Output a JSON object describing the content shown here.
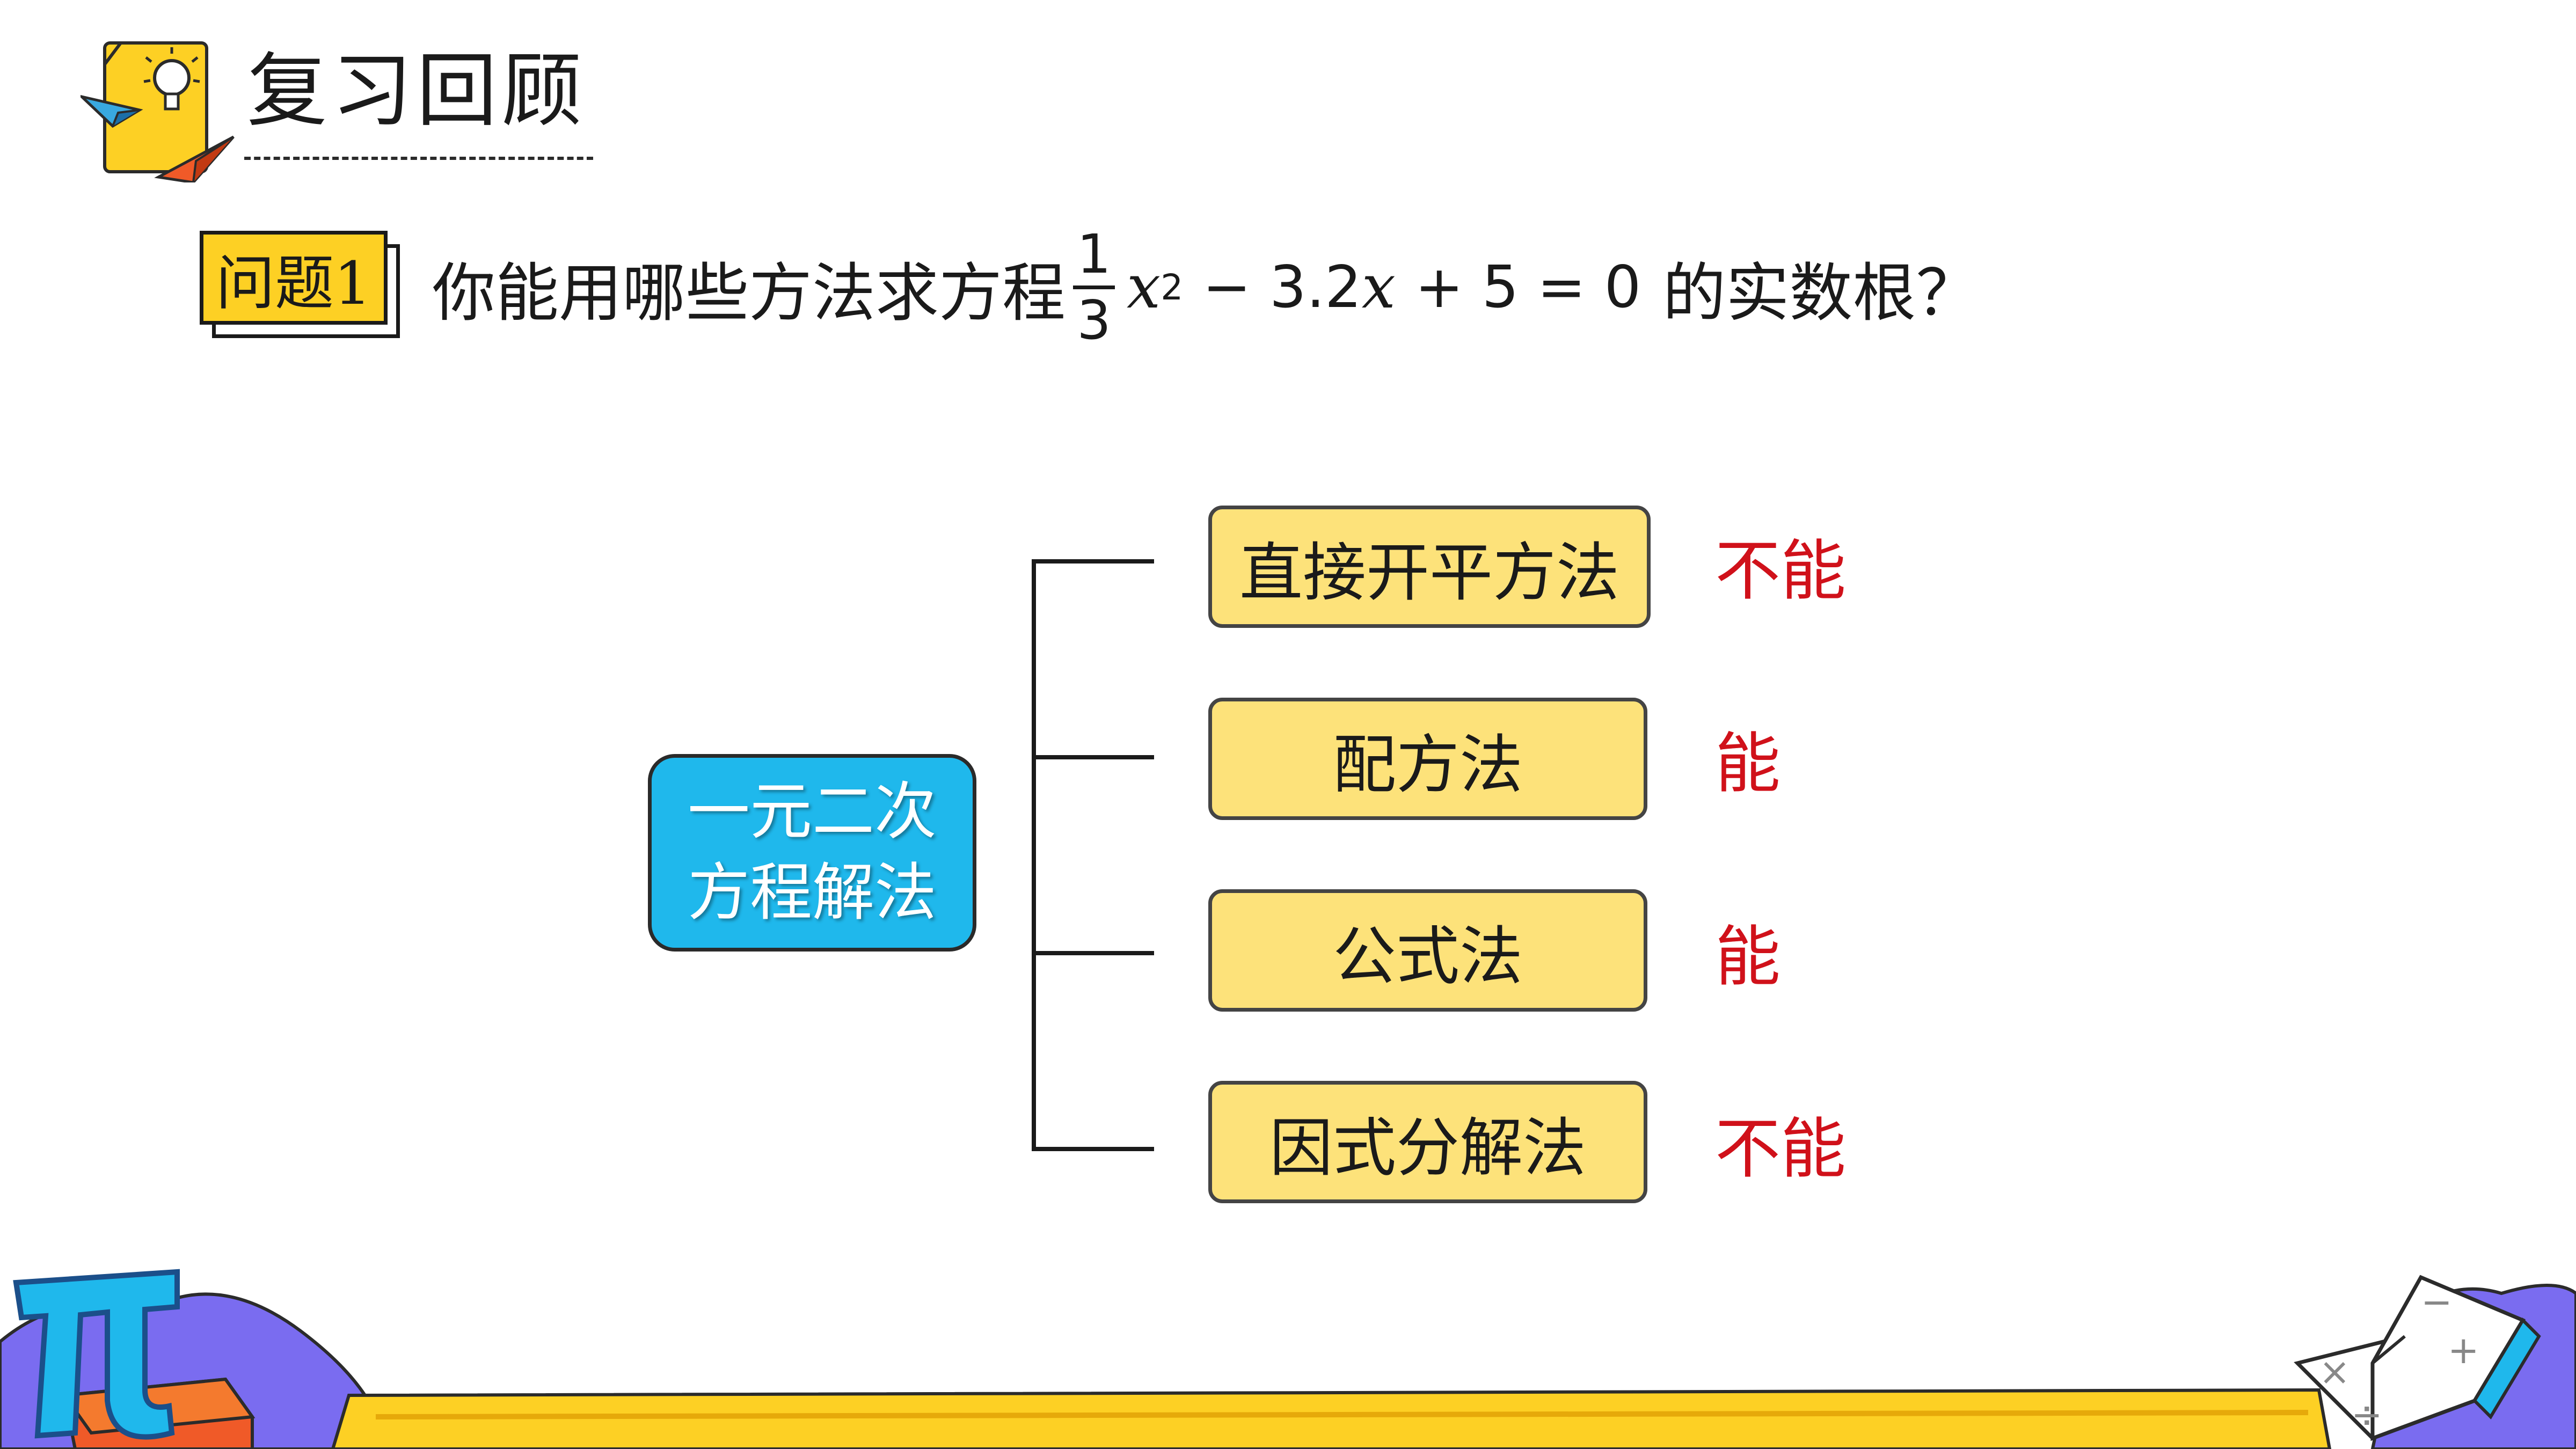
{
  "header": {
    "title": "复习回顾"
  },
  "question": {
    "badge": "问题1",
    "prefix": "你能用哪些方法求方程",
    "fraction_numerator": "1",
    "fraction_denominator": "3",
    "variable": "x",
    "exponent": "2",
    "equation_rest": "− 3.2",
    "variable2": "x",
    "equation_end": "+ 5 = 0",
    "suffix": "的实数根？"
  },
  "tree": {
    "root_line1": "一元二次",
    "root_line2": "方程解法",
    "methods": [
      {
        "label": "直接开平方法",
        "result": "不能"
      },
      {
        "label": "配方法",
        "result": "能"
      },
      {
        "label": "公式法",
        "result": "能"
      },
      {
        "label": "因式分解法",
        "result": "不能"
      }
    ]
  },
  "colors": {
    "badge": "#fdd024",
    "root_box": "#1fb8ec",
    "method_box": "#fde27a",
    "result_text": "#d0111a",
    "footer_band": "#fdd024",
    "footer_purple": "#7a6cf0"
  },
  "icons": [
    "lightbulb-icon",
    "paper-plane-icon",
    "pi-icon",
    "open-book-icon"
  ]
}
